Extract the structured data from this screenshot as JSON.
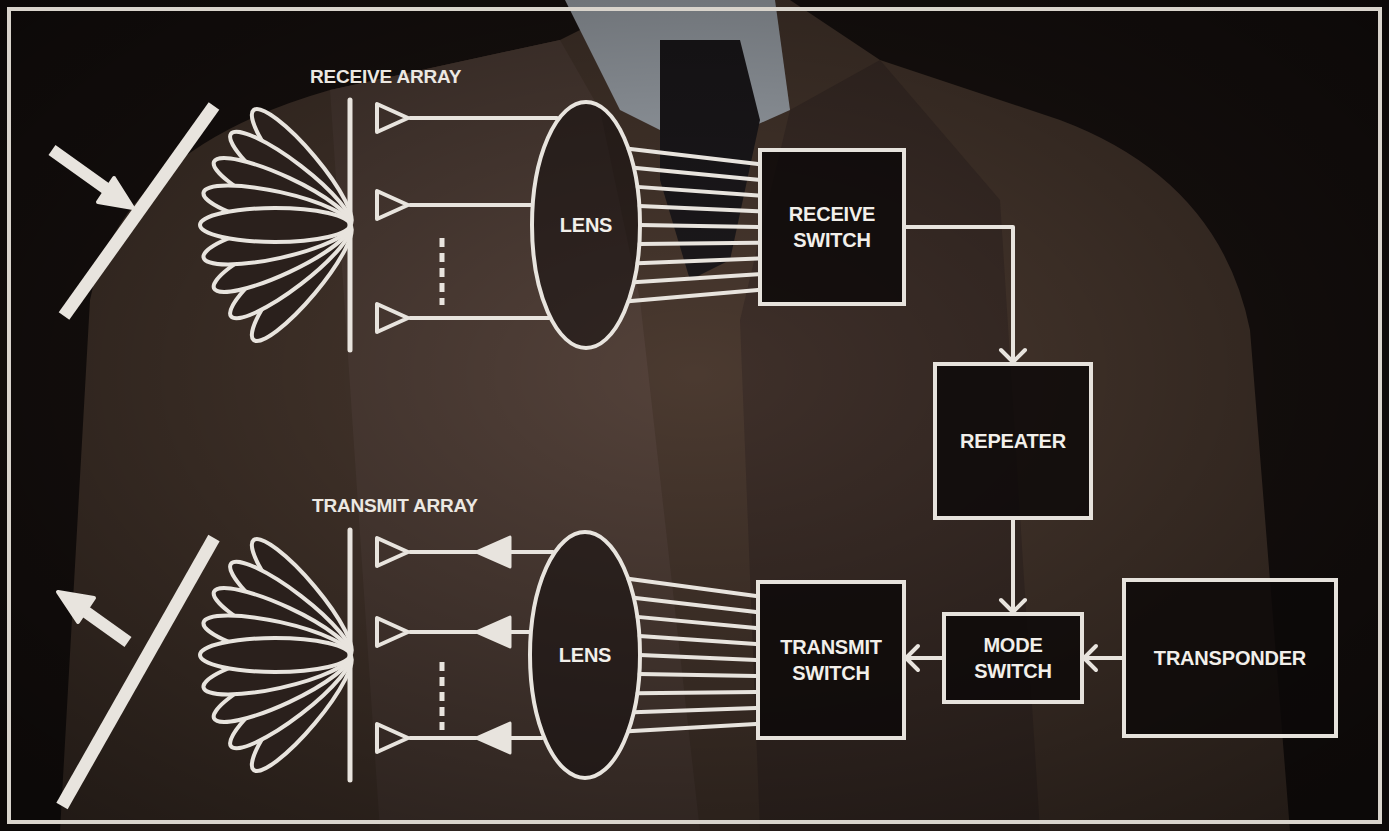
{
  "diagram": {
    "nodes": [
      {
        "text": [
          "LENS"
        ]
      },
      {
        "text": [
          "RECEIVE SWITCH"
        ]
      },
      {
        "text": [
          "REPEATER"
        ]
      },
      {
        "text": [
          "LENS"
        ]
      },
      {
        "text": [
          "TRANSMIT SWITCH"
        ]
      },
      {
        "text": [
          "MODE SWITCH"
        ]
      },
      {
        "text": [
          "TRANSPONDER"
        ]
      }
    ],
    "edges": [
      {
        "from": 0,
        "to": 1,
        "arrow": "none"
      },
      {
        "from": 1,
        "to": 2,
        "arrow": "to"
      },
      {
        "from": 2,
        "to": 5,
        "arrow": "to"
      },
      {
        "from": 6,
        "to": 5,
        "arrow": "to"
      },
      {
        "from": 5,
        "to": 4,
        "arrow": "to"
      },
      {
        "from": 3,
        "to": 4,
        "arrow": "none"
      }
    ],
    "labels": [
      "RECEIVE ARRAY",
      "TRANSMIT ARRAY"
    ]
  }
}
